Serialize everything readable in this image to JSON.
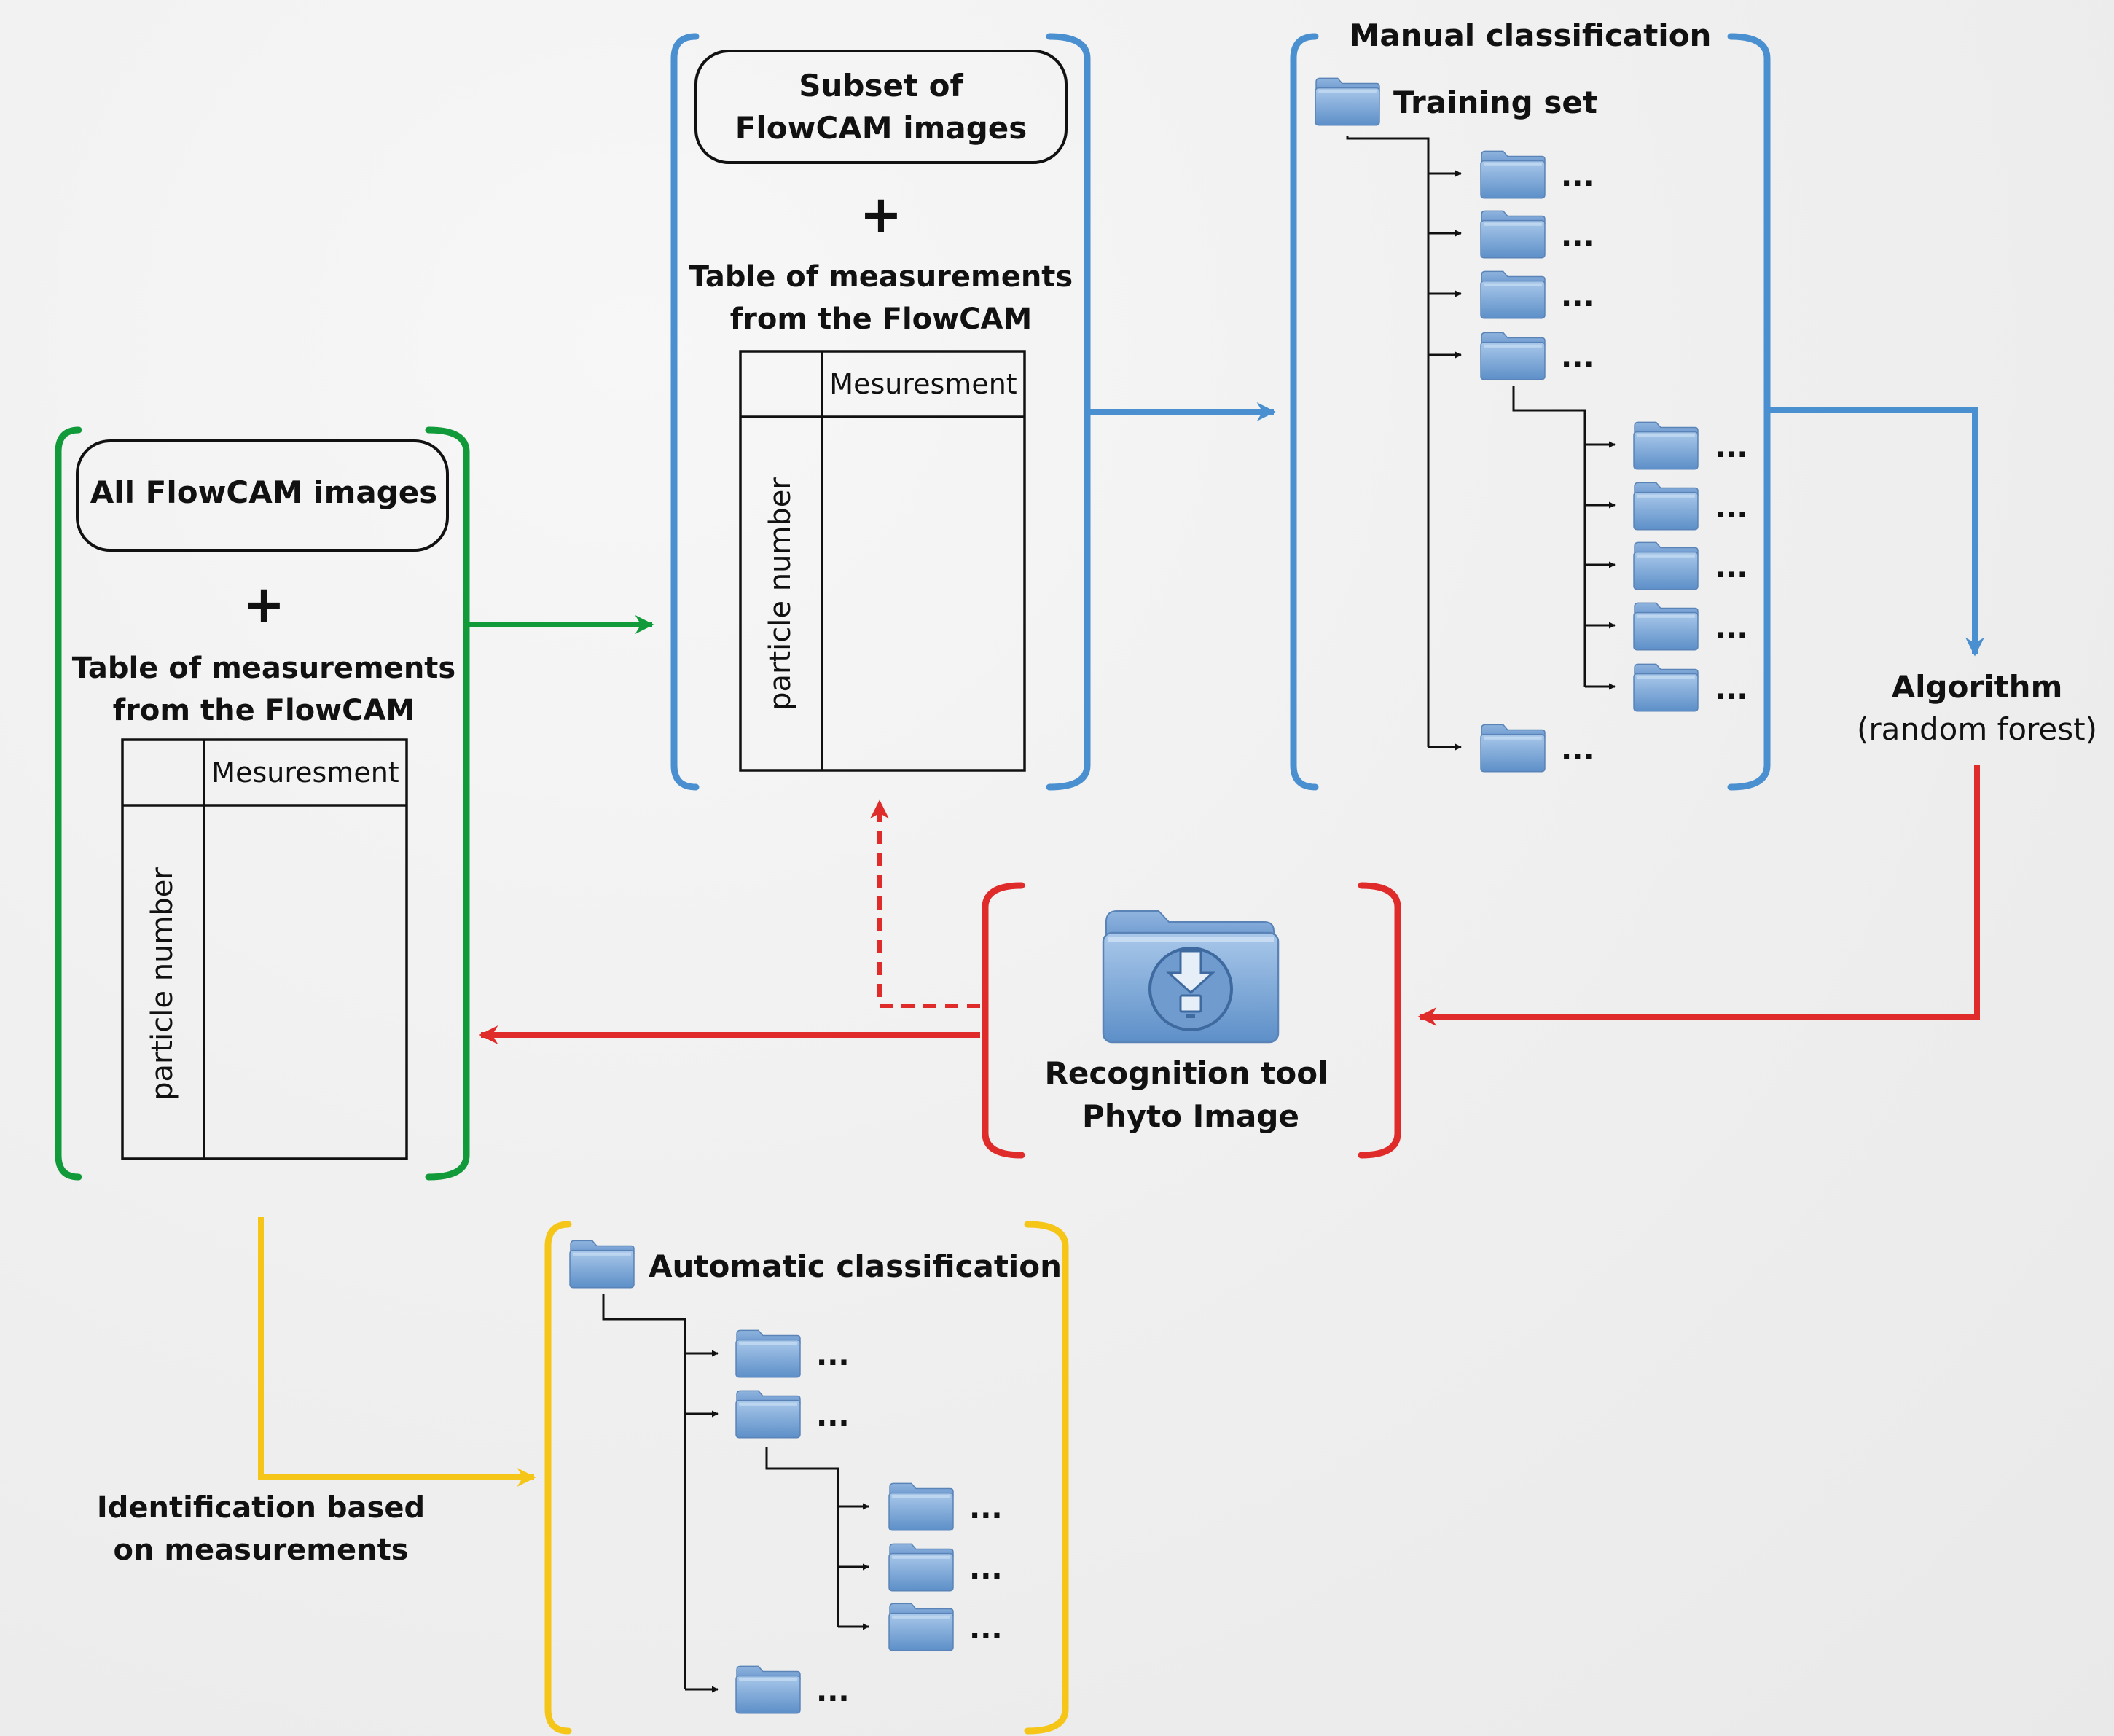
{
  "green_group": {
    "images_label": "All FlowCAM images",
    "plus": "+",
    "table_title_line1": "Table of measurements",
    "table_title_line2": "from the FlowCAM",
    "table_col_header": "Mesuresment",
    "table_row_header": "particle number"
  },
  "blue_group": {
    "subset_line1": "Subset of",
    "subset_line2": "FlowCAM images",
    "plus": "+",
    "table_title_line1": "Table of measurements",
    "table_title_line2": "from the FlowCAM",
    "table_col_header": "Mesuresment",
    "table_row_header": "particle number"
  },
  "manual": {
    "title": "Manual classification",
    "training_set": "Training set",
    "ellipsis": "..."
  },
  "algorithm": {
    "line1": "Algorithm",
    "line2": "(random forest)"
  },
  "recognition": {
    "line1": "Recognition tool",
    "line2": "Phyto Image"
  },
  "automatic": {
    "title": "Automatic classification",
    "ellipsis": "..."
  },
  "identification": {
    "line1": "Identification based",
    "line2": "on measurements"
  },
  "colors": {
    "green": "#119a3a",
    "blue": "#4a90d0",
    "red": "#e02b2b",
    "yellow": "#f5c518",
    "folder": "#7aa6d6"
  }
}
